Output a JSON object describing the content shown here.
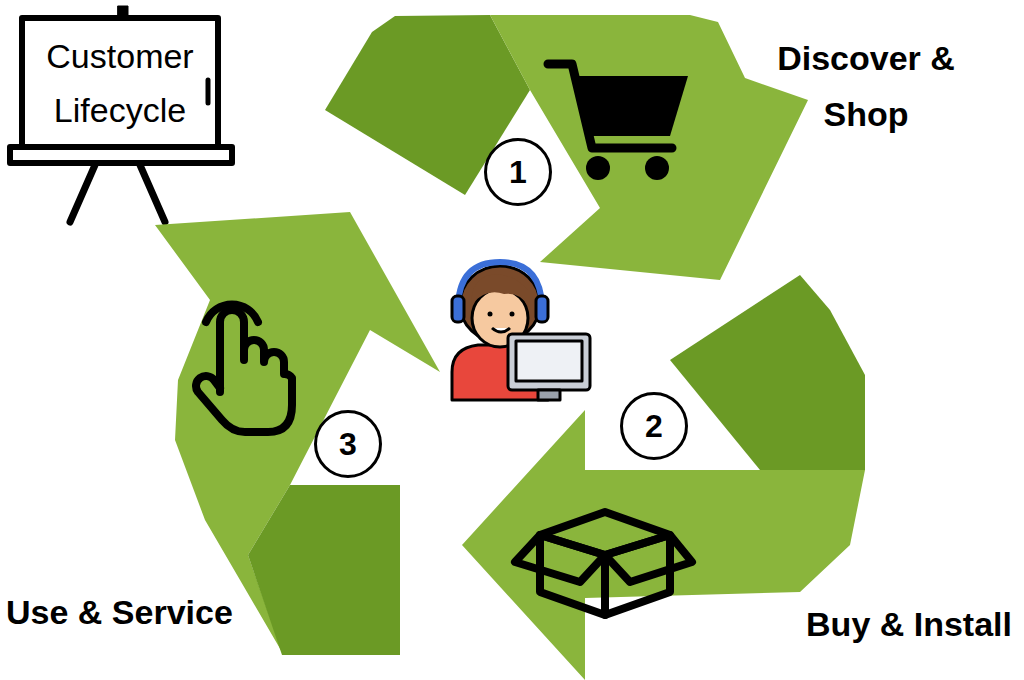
{
  "diagram": {
    "nodes": [
      {
        "text": [
          "Customer Lifecycle"
        ]
      },
      {
        "text": [
          "1"
        ]
      },
      {
        "text": [
          "2"
        ]
      },
      {
        "text": [
          "3"
        ]
      }
    ],
    "labels": [
      "Discover & Shop",
      "Buy & Install",
      "Use & Service"
    ]
  }
}
